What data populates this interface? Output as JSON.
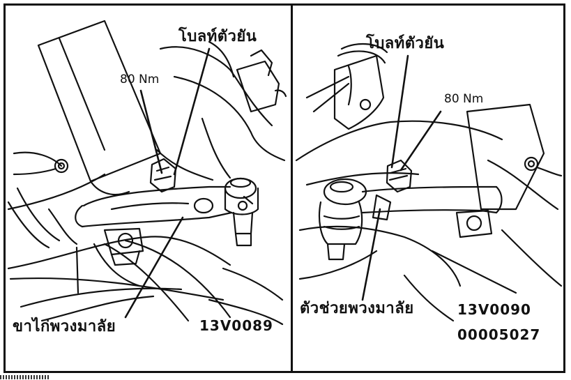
{
  "left_panel": {
    "bolt_label": "โบลท์ตัวยัน",
    "torque_label": "80 Nm",
    "arm_label": "ขาไก่พวงมาลัย",
    "figure_code": "13V0089"
  },
  "right_panel": {
    "bolt_label": "โบลท์ตัวยัน",
    "torque_label": "80 Nm",
    "arm_label": "ตัวช่วยพวงมาลัย",
    "figure_code": "13V0090",
    "document_number": "00005027"
  }
}
